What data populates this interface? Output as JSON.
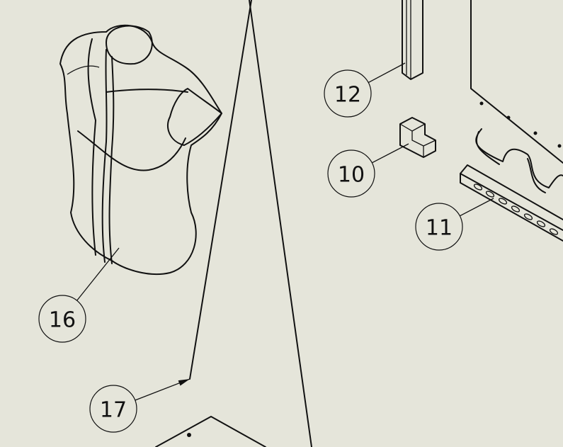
{
  "drawing": {
    "background_color": "#e5e5da",
    "line_color": "#111111",
    "balloons": [
      {
        "label": "12",
        "part": "upright-post"
      },
      {
        "label": "10",
        "part": "corner-bracket"
      },
      {
        "label": "11",
        "part": "slotted-rail"
      },
      {
        "label": "16",
        "part": "mannequin-torso"
      },
      {
        "label": "17",
        "part": "support-rod"
      }
    ]
  }
}
